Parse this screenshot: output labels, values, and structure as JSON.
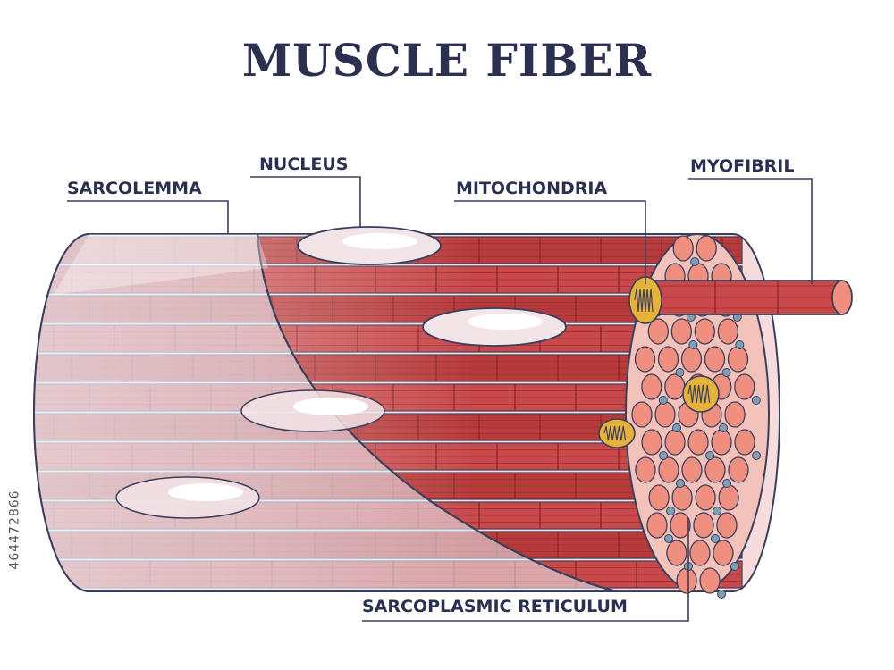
{
  "title": "MUSCLE FIBER",
  "labels": {
    "sarcolemma": "SARCOLEMMA",
    "nucleus": "NUCLEUS",
    "mitochondria": "MITOCHONDRIA",
    "myofibril": "MYOFIBRIL",
    "sarcoplasmic_reticulum": "SARCOPLASMIC RETICULUM"
  },
  "stock_id": "464472866",
  "colors": {
    "title": "#2c3050",
    "muscle_dark": "#b83b3c",
    "muscle_mid": "#c9494b",
    "muscle_light": "#e98f85",
    "muscle_end": "#ef8f80",
    "membrane": "#c7d4e4",
    "nucleus": "#f3e4e8",
    "mitochondria": "#e7b23a",
    "reticulum": "#7f9fb8"
  }
}
